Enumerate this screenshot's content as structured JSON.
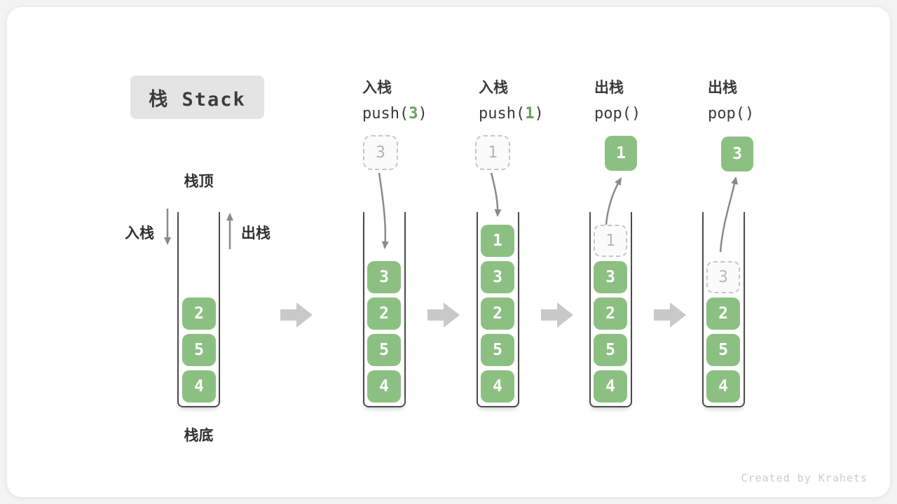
{
  "title": "栈 Stack",
  "watermark": "Created by Krahets",
  "labels": {
    "stack_top": "栈顶",
    "stack_bottom": "栈底",
    "push": "入栈",
    "pop": "出栈"
  },
  "colors": {
    "cell_green": "#8CC082",
    "code_green": "#58A74E",
    "arrow_gray": "#8A8A8A",
    "block_arrow_gray": "#C9C9C9",
    "tube_border": "#4A4A4A",
    "title_bg": "#E4E4E4",
    "ghost_border": "#C6C6C6",
    "text_dark": "#3A3A3A"
  },
  "columns": [
    {
      "id": "initial",
      "cells": [
        {
          "v": "2"
        },
        {
          "v": "5"
        },
        {
          "v": "4"
        }
      ]
    },
    {
      "id": "push-3",
      "op": "入栈",
      "code": {
        "pre": "push(",
        "num": "3",
        "post": ")"
      },
      "incoming": {
        "v": "3"
      },
      "cells": [
        {
          "v": "3"
        },
        {
          "v": "2"
        },
        {
          "v": "5"
        },
        {
          "v": "4"
        }
      ]
    },
    {
      "id": "push-1",
      "op": "入栈",
      "code": {
        "pre": "push(",
        "num": "1",
        "post": ")"
      },
      "incoming": {
        "v": "1"
      },
      "cells": [
        {
          "v": "1"
        },
        {
          "v": "3"
        },
        {
          "v": "2"
        },
        {
          "v": "5"
        },
        {
          "v": "4"
        }
      ]
    },
    {
      "id": "pop-1",
      "op": "出栈",
      "code": {
        "pre": "pop(",
        "num": "",
        "post": ")"
      },
      "popped": {
        "v": "1"
      },
      "ghost": {
        "v": "1"
      },
      "cells": [
        {
          "v": "3"
        },
        {
          "v": "2"
        },
        {
          "v": "5"
        },
        {
          "v": "4"
        }
      ]
    },
    {
      "id": "pop-3",
      "op": "出栈",
      "code": {
        "pre": "pop(",
        "num": "",
        "post": ")"
      },
      "popped": {
        "v": "3"
      },
      "ghost": {
        "v": "3"
      },
      "cells": [
        {
          "v": "2"
        },
        {
          "v": "5"
        },
        {
          "v": "4"
        }
      ]
    }
  ]
}
